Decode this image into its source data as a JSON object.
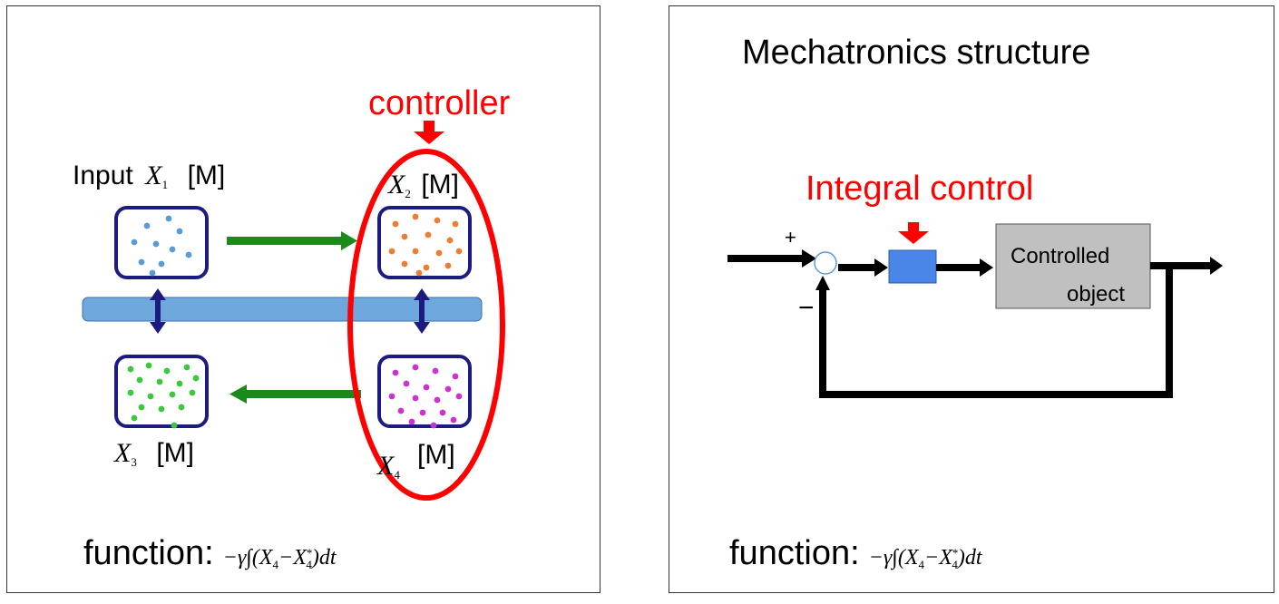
{
  "left": {
    "controller_label": "controller",
    "input_prefix": "Input",
    "x1": {
      "var": "X",
      "sub": "1",
      "unit": "[M]"
    },
    "x2": {
      "var": "X",
      "sub": "2",
      "unit": "[M]"
    },
    "x3": {
      "var": "X",
      "sub": "3",
      "unit": "[M]"
    },
    "x4": {
      "var": "X",
      "sub": "4",
      "unit": "[M]"
    },
    "function_label": "function:",
    "formula": {
      "pre": "−γ∫(X",
      "sub4a": "4",
      "mid": "−X",
      "sup": "*",
      "sub4b": "4",
      "post": ")dt"
    }
  },
  "right": {
    "title": "Mechatronics structure",
    "integral_label": "Integral control",
    "plus": "+",
    "minus": "−",
    "plant_line1": "Controlled",
    "plant_line2": "object",
    "function_label": "function:",
    "formula": {
      "pre": "−γ∫(X",
      "sub4a": "4",
      "mid": "−X",
      "sup": "*",
      "sub4b": "4",
      "post": ")dt"
    }
  },
  "colors": {
    "box_border": "#1c1c80",
    "dot_x1": "#5b9bd5",
    "dot_x2": "#ed7d31",
    "dot_x3": "#3cc83c",
    "dot_x4": "#cc33cc",
    "flow_arrow": "#1a8a1a",
    "membrane": "#6fa8dc",
    "controller": "#ff0000",
    "block": "#4a86e8",
    "plant": "#c0c0c0"
  }
}
